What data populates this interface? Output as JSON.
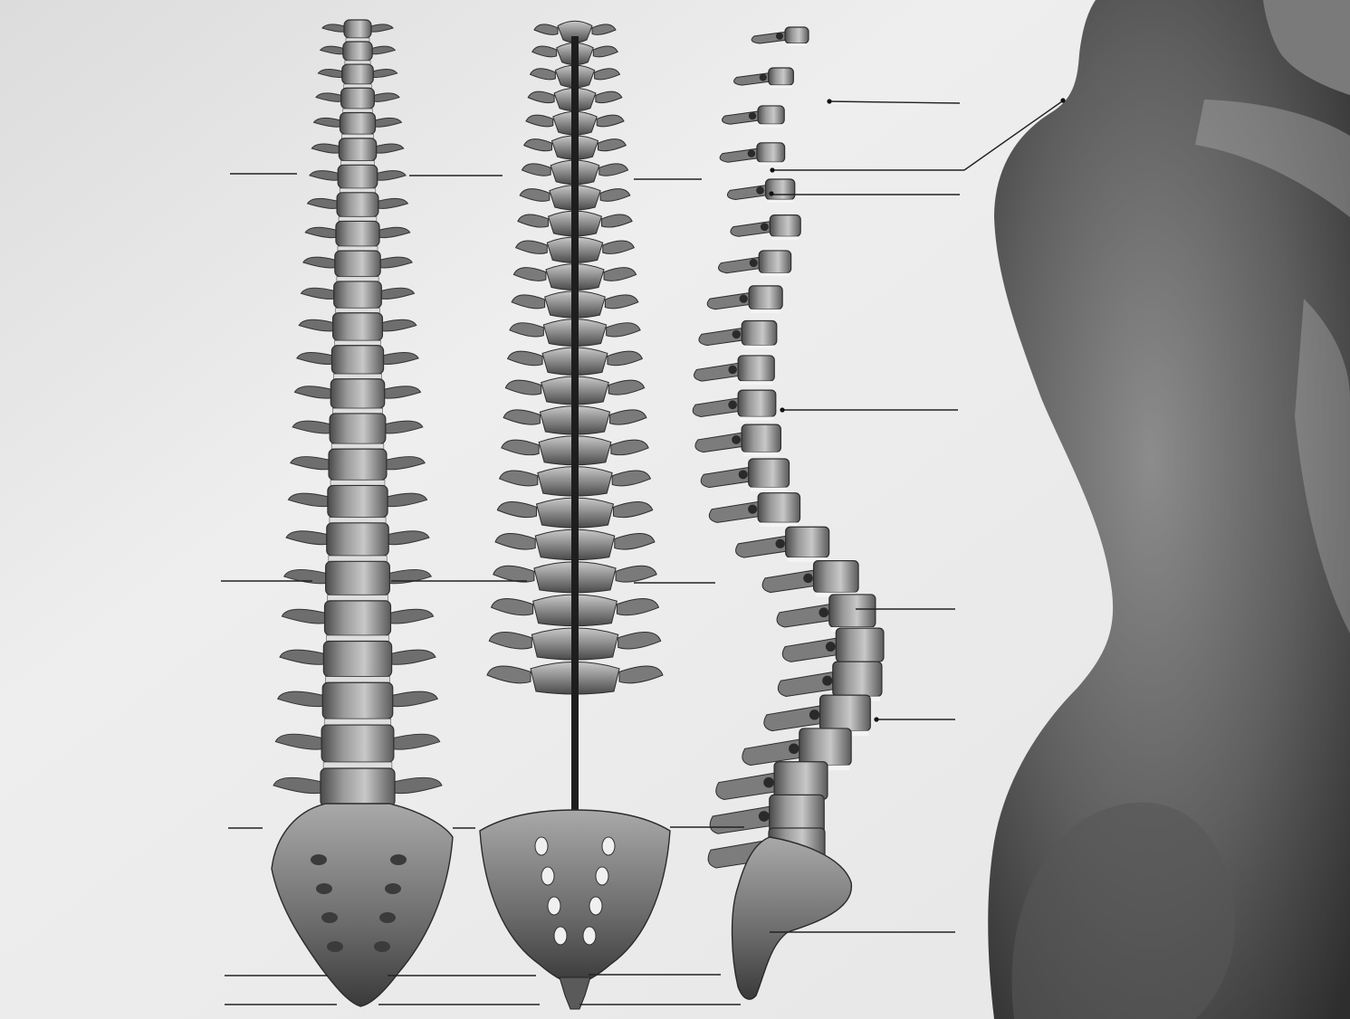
{
  "diagram": {
    "views": [
      {
        "name": "anterior-view"
      },
      {
        "name": "posterior-view"
      },
      {
        "name": "lateral-view"
      }
    ],
    "label_blanks": {
      "anterior": 8,
      "posterior": 7,
      "lateral": 6
    }
  },
  "colors": {
    "paper": "#ececec",
    "bone_light": "#d2d2d2",
    "bone_mid": "#8e8e8e",
    "bone_dark": "#3c3c3c",
    "disc": "#f4f4f4",
    "skin_light": "#9a9a9a",
    "skin_dark": "#2a2a2a",
    "leader_line": "#222222"
  }
}
